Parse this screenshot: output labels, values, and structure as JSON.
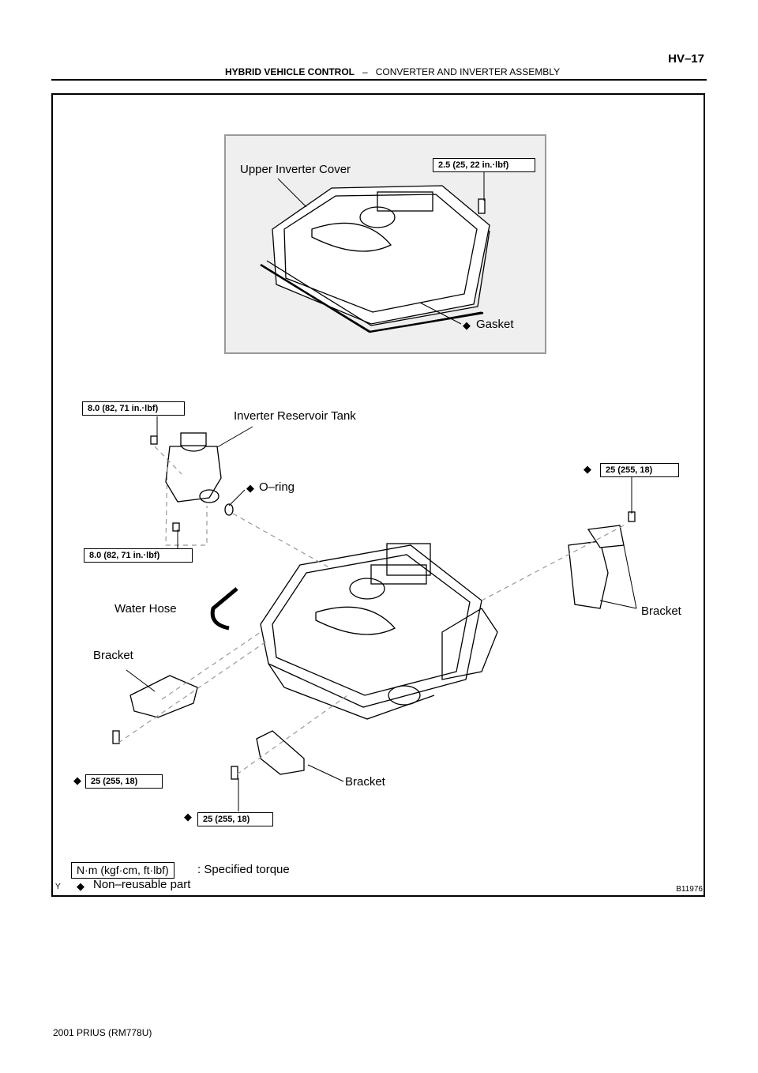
{
  "header": {
    "section": "HYBRID VEHICLE CONTROL",
    "separator": "–",
    "subsection": "CONVERTER AND INVERTER ASSEMBLY",
    "page": "HV–17"
  },
  "diagram": {
    "labels": {
      "upper_inverter_cover": "Upper Inverter Cover",
      "gasket": "Gasket",
      "inverter_reservoir_tank": "Inverter Reservoir Tank",
      "o_ring": "O–ring",
      "water_hose": "Water Hose",
      "bracket_left": "Bracket",
      "bracket_right": "Bracket",
      "bracket_bottom": "Bracket"
    },
    "torques": {
      "cover_bolt": "2.5 (25, 22 in.·lbf)",
      "tank_top_bolt": "8.0 (82, 71 in.·lbf)",
      "tank_bottom_bolt": "8.0 (82, 71 in.·lbf)",
      "right_bracket_bolt": "25 (255, 18)",
      "left_bracket_bolt": "25 (255, 18)",
      "bottom_bracket_bolt": "25 (255, 18)"
    },
    "nonreusable_symbol": "◆",
    "corner_mark": "Y",
    "figure_code": "B11976"
  },
  "legend": {
    "torque_unit": "N·m (kgf·cm, ft·lbf)",
    "torque_desc": ": Specified torque",
    "nonreusable_desc": "Non–reusable part"
  },
  "footer": {
    "text": "2001 PRIUS   (RM778U)"
  }
}
